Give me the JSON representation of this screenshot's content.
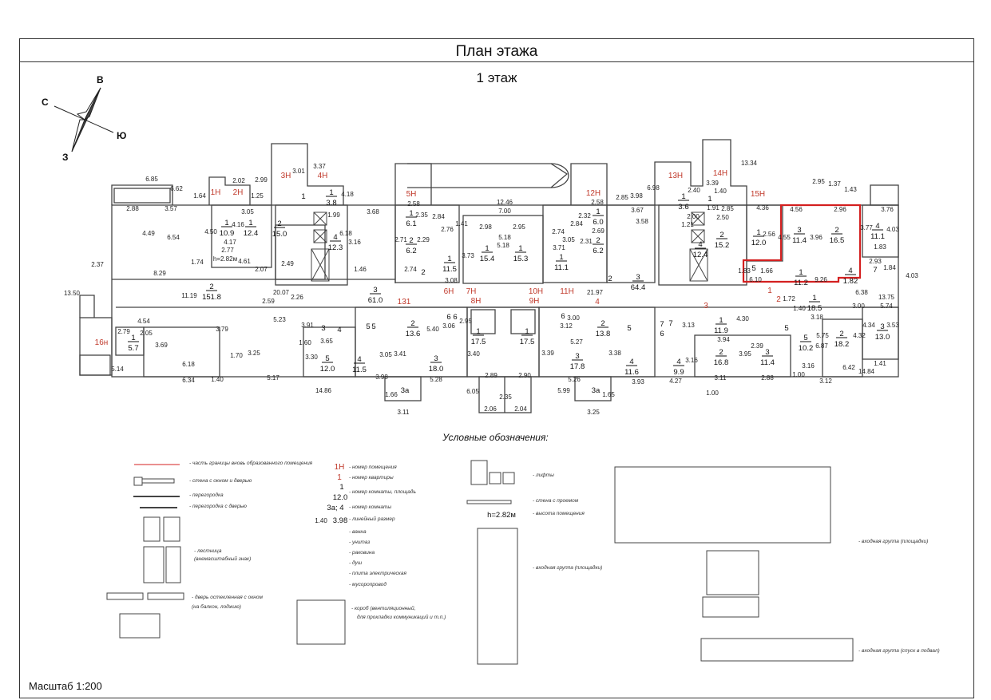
{
  "title": "План этажа",
  "floor": "1 этаж",
  "scale": "Масштаб 1:200",
  "compass": {
    "north": "В",
    "west": "С",
    "south": "З",
    "east": "Ю"
  },
  "units": [
    "1Н",
    "2Н",
    "3Н",
    "4Н",
    "5Н",
    "6Н",
    "7Н",
    "8Н",
    "9Н",
    "10Н",
    "11Н",
    "12Н",
    "13Н",
    "14Н",
    "15Н",
    "16н",
    "131",
    "4",
    "3",
    "1",
    "2"
  ],
  "rooms": [
    [
      "1",
      "10.9"
    ],
    [
      "1",
      "12.4"
    ],
    [
      "2",
      "15.0"
    ],
    [
      "1",
      "3.8"
    ],
    [
      "1",
      ""
    ],
    [
      "4",
      "12.3"
    ],
    [
      "2",
      "151.8"
    ],
    [
      "3",
      "61.0"
    ],
    [
      "1",
      "5.7"
    ],
    [
      "3",
      ""
    ],
    [
      "4",
      ""
    ],
    [
      "5",
      "12.0"
    ],
    [
      "5",
      ""
    ],
    [
      "4",
      "11.5"
    ],
    [
      "1",
      "6.1"
    ],
    [
      "2",
      "6.2"
    ],
    [
      "2",
      ""
    ],
    [
      "1",
      "11.5"
    ],
    [
      "1",
      "15.4"
    ],
    [
      "1",
      "15.3"
    ],
    [
      "1",
      "11.1"
    ],
    [
      "1",
      "6.0"
    ],
    [
      "2",
      "6.2"
    ],
    [
      "2",
      ""
    ],
    [
      "3",
      "64.4"
    ],
    [
      "2",
      "13.6"
    ],
    [
      "6",
      ""
    ],
    [
      "1",
      "17.5"
    ],
    [
      "1",
      "17.5"
    ],
    [
      "3",
      "18.0"
    ],
    [
      "3",
      "17.8"
    ],
    [
      "6",
      ""
    ],
    [
      "2",
      "13.8"
    ],
    [
      "5",
      ""
    ],
    [
      "4",
      "11.6"
    ],
    [
      "1",
      "3.6"
    ],
    [
      "1",
      ""
    ],
    [
      "4",
      "12.4"
    ],
    [
      "2",
      "15.2"
    ],
    [
      "1",
      "12.0"
    ],
    [
      "3",
      "11.4"
    ],
    [
      "2",
      "16.5"
    ],
    [
      "4",
      "11.1"
    ],
    [
      "5",
      ""
    ],
    [
      "1",
      "11.2"
    ],
    [
      "4",
      "1.82"
    ],
    [
      "7",
      ""
    ],
    [
      "1",
      "18.5"
    ],
    [
      "1",
      "11.9"
    ],
    [
      "7",
      ""
    ],
    [
      "6",
      ""
    ],
    [
      "5",
      ""
    ],
    [
      "5",
      "10.2"
    ],
    [
      "2",
      "18.2"
    ],
    [
      "3",
      "13.0"
    ],
    [
      "2",
      "16.8"
    ],
    [
      "3",
      "11.4"
    ],
    [
      "4",
      "9.9"
    ],
    [
      "5",
      ""
    ],
    [
      "6",
      ""
    ],
    [
      "7",
      ""
    ],
    [
      "3а",
      ""
    ],
    [
      "3а",
      ""
    ]
  ],
  "dimensions": [
    "6.85",
    "6.62",
    "2.88",
    "3.57",
    "4.49",
    "6.54",
    "8.29",
    "11.19",
    "4.54",
    "2.79",
    "2.05",
    "3.69",
    "6.18",
    "6.34",
    "5.14",
    "2.37",
    "13.50",
    "1.64",
    "2.02",
    "1.25",
    "2.99",
    "3.01",
    "3.37",
    "3.05",
    "4.16",
    "4.17",
    "4.50",
    "2.77",
    "h=2.82м",
    "1.74",
    "4.61",
    "2.07",
    "2.49",
    "1.99",
    "6.18",
    "3.16",
    "1.46",
    "2.59",
    "20.07",
    "2.26",
    "5.23",
    "3.91",
    "3.79",
    "1.70",
    "3.25",
    "5.17",
    "14.86",
    "3.65",
    "1.60",
    "3.30",
    "4.18",
    "3.68",
    "12.46",
    "7.00",
    "2.58",
    "2.35",
    "2.84",
    "2.76",
    "1.41",
    "2.98",
    "2.95",
    "5.18",
    "5.18",
    "3.73",
    "3.71",
    "3.08",
    "2.74",
    "2.71",
    "2.29",
    "2.74",
    "3.05",
    "2.58",
    "2.32",
    "2.69",
    "2.31",
    "2.84",
    "3.98",
    "3.67",
    "3.58",
    "2.85",
    "5.40",
    "3.06",
    "2.95",
    "3.12",
    "3.00",
    "5.27",
    "3.41",
    "3.05",
    "3.40",
    "3.39",
    "3.38",
    "5.28",
    "5.26",
    "2.89",
    "2.90",
    "6.05",
    "5.99",
    "2.35",
    "2.06",
    "2.04",
    "3.11",
    "3.25",
    "1.66",
    "1.65",
    "3.98",
    "3.93",
    "21.97",
    "13.34",
    "3.39",
    "2.40",
    "1.40",
    "1.91",
    "6.98",
    "2.00",
    "1.21",
    "2.50",
    "2.85",
    "4.36",
    "2.56",
    "4.56",
    "4.55",
    "3.96",
    "2.96",
    "3.76",
    "3.77",
    "4.03",
    "1.43",
    "1.37",
    "2.95",
    "1.83",
    "2.93",
    "1.84",
    "1.83",
    "1.66",
    "6.10",
    "9.26",
    "6.38",
    "13.75",
    "4.03",
    "1.72",
    "1.40",
    "3.18",
    "3.00",
    "5.74",
    "5.75",
    "4.32",
    "4.34",
    "3.53",
    "6.87",
    "4.30",
    "3.94",
    "3.95",
    "2.39",
    "3.13",
    "3.16",
    "4.27",
    "3.11",
    "2.88",
    "3.16",
    "6.42",
    "3.12",
    "1.41",
    "14.84",
    "1.00",
    "1.00",
    "1.40"
  ],
  "legend": {
    "title": "Условные обозначения:",
    "items": [
      "- часть границы вновь образованного помещения",
      "- стена с окном и дверью",
      "- перегородка",
      "- перегородка с дверью",
      "- лестница",
      "(внемасштабный знак)",
      "- дверь остекленная с окном",
      "(на балкон, лоджию)",
      "- номер помещения",
      "- номер квартиры",
      "- номер комнаты, площадь",
      "- номер комнаты",
      "- линейный размер",
      "- ванна",
      "- унитаз",
      "- раковина",
      "- душ",
      "- плита электрическая",
      "- мусоропровод",
      "- короб (вентиляционный,",
      "для прокладки коммуникаций и т.п.)",
      "- лифты",
      "- стена с проемом",
      "- высота помещения",
      "- входная группа (площадки)",
      "- входная группа (площадки)",
      "- входная группа (спуск в подвал)"
    ],
    "samples": {
      "unit": "1Н",
      "apartment": "1",
      "room_num": "1",
      "room_area": "12.0",
      "room_label": "3а; 4",
      "dim_small": "1.40",
      "dim": "3.98",
      "height": "h=2.82м"
    }
  },
  "colors": {
    "highlight": "#d42020",
    "unit_label": "#c0392b",
    "lines": "#333333"
  }
}
